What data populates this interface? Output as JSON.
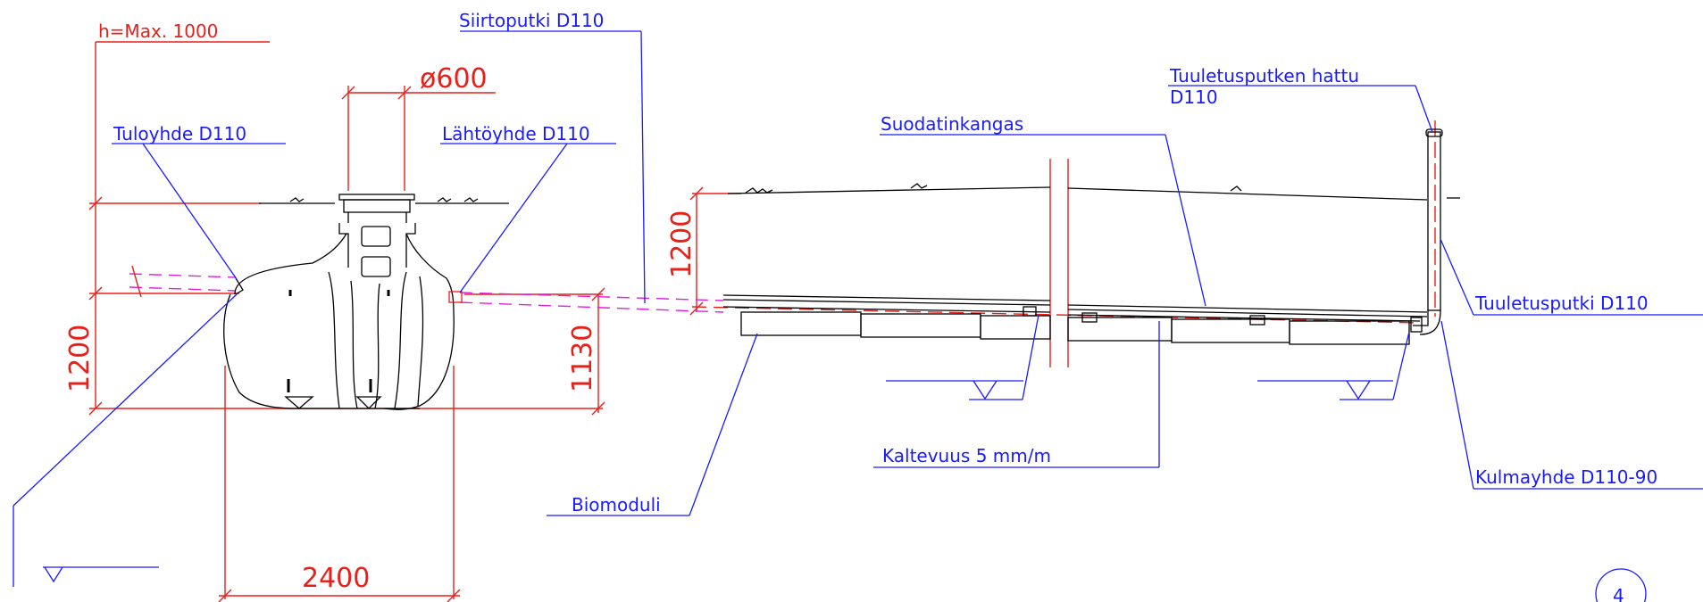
{
  "labels": {
    "h_max": "h=Max. 1000",
    "siirtoputki": "Siirtoputki D110",
    "diameter": "ø600",
    "tuloyhde": "Tuloyhde D110",
    "lahtoyhde": "Lähtöyhde D110",
    "suodatinkangas": "Suodatinkangas",
    "tuuletus_hattu_1": "Tuuletusputken hattu",
    "tuuletus_hattu_2": "D110",
    "tuuletusputki": "Tuuletusputki D110",
    "kaltevuus": "Kaltevuus 5 mm/m",
    "kulmayhde": "Kulmayhde D110-90",
    "biomoduli": "Biomoduli",
    "dim_1200_left": "1200",
    "dim_1130": "1130",
    "dim_1200_right": "1200",
    "dim_2400": "2400",
    "sheet_number": "4"
  },
  "colors": {
    "red": "#e8201a",
    "blue": "#1a1aff",
    "magenta": "#e020e0",
    "black": "#000000"
  }
}
